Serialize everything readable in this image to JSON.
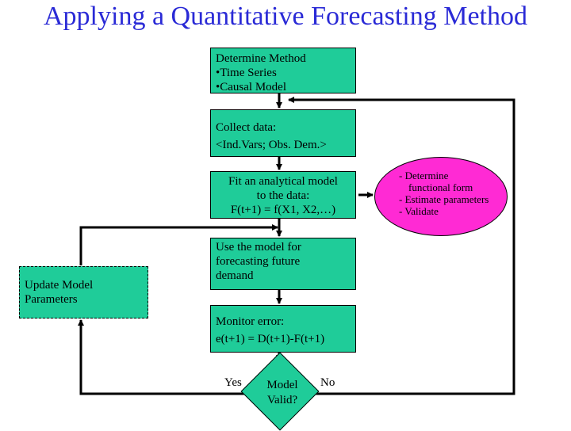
{
  "title": "Applying a Quantitative Forecasting Method",
  "boxes": {
    "determine_method": [
      "Determine Method",
      "•Time Series",
      "•Causal Model"
    ],
    "collect_data": [
      "Collect data:",
      "<Ind.Vars; Obs. Dem.>"
    ],
    "fit_model": [
      "Fit an analytical model",
      "to the data:",
      "F(t+1) = f(X1, X2,…)"
    ],
    "use_model": [
      "Use the model for",
      "forecasting future",
      "demand"
    ],
    "monitor_error": [
      "Monitor error:",
      "e(t+1) = D(t+1)-F(t+1)"
    ],
    "update_params": [
      "Update Model",
      "Parameters"
    ]
  },
  "ellipse": [
    "- Determine",
    "functional form",
    "- Estimate parameters",
    "- Validate"
  ],
  "decision": [
    "Model",
    "Valid?"
  ],
  "labels": {
    "yes": "Yes",
    "no": "No"
  },
  "colors": {
    "box_fill": "#1fcc99",
    "ellipse_fill": "#ff2ad4",
    "title": "#2a2ad6"
  }
}
